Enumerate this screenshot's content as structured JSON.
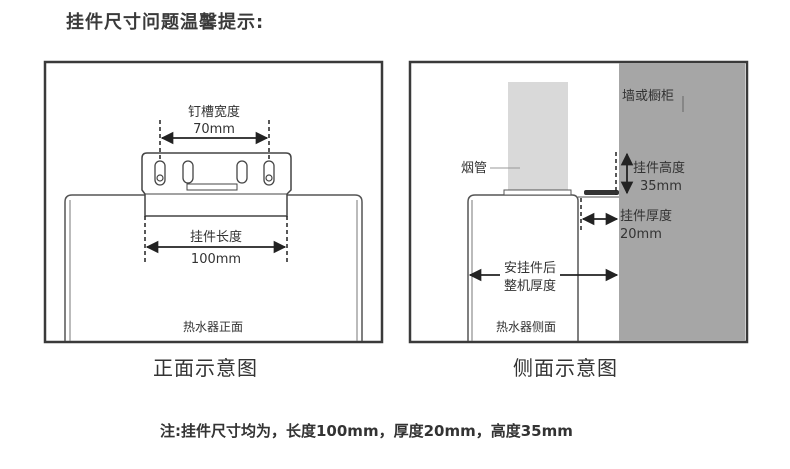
{
  "heading": "挂件尺寸问题温馨提示:",
  "front": {
    "slot_width_label": "钉槽宽度",
    "slot_width_value": "70mm",
    "hanger_length_label": "挂件长度",
    "hanger_length_value": "100mm",
    "heater_label": "热水器正面",
    "caption": "正面示意图"
  },
  "side": {
    "wall_label": "墙或橱柜",
    "flue_label": "烟管",
    "hanger_height_label": "挂件高度",
    "hanger_height_value": "35mm",
    "hanger_thickness_label": "挂件厚度",
    "hanger_thickness_value": "20mm",
    "depth_label_1": "安挂件后",
    "depth_label_2": "整机厚度",
    "heater_label": "热水器侧面",
    "caption": "侧面示意图"
  },
  "note": "注:挂件尺寸均为，长度100mm，厚度20mm，高度35mm",
  "colors": {
    "frame": "#3a3a3a",
    "wall": "#a6a6a6",
    "flue": "#d9d9d9",
    "line": "#222222"
  }
}
